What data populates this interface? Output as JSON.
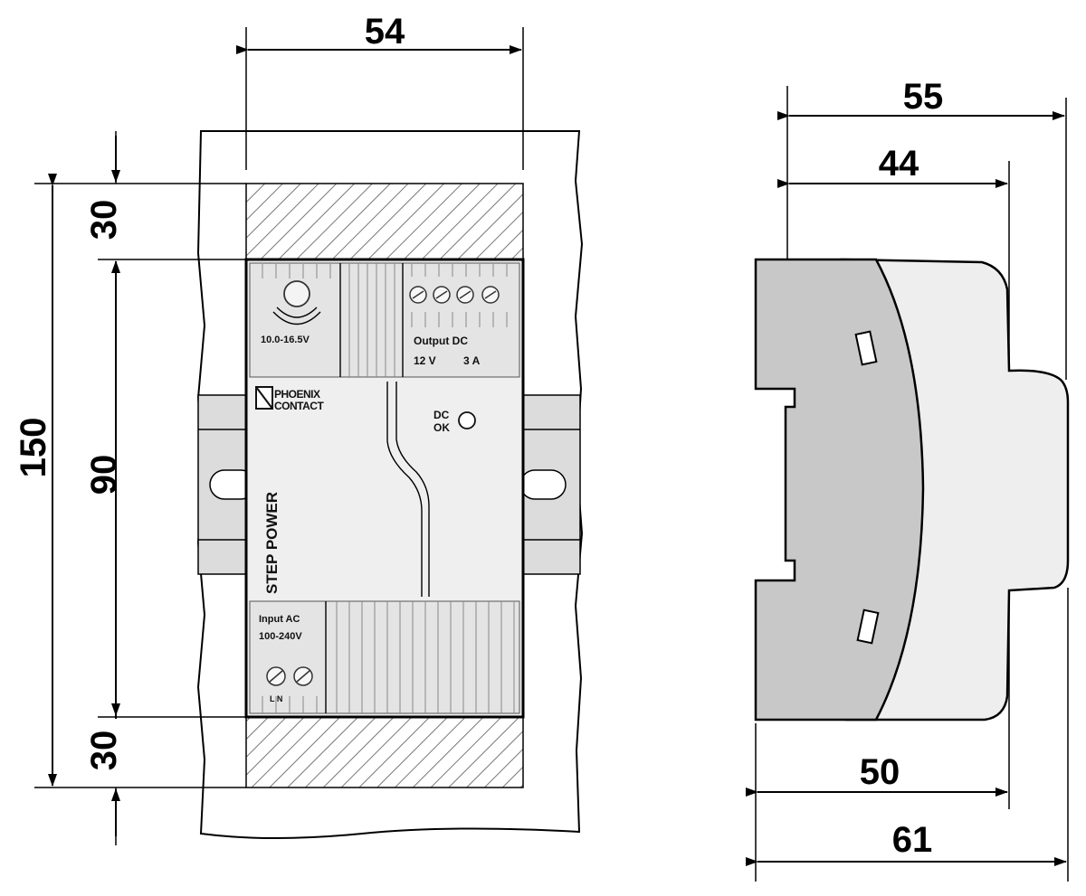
{
  "dimensions": {
    "front_width": "54",
    "front_total_height": "150",
    "front_top_margin": "30",
    "front_body_height": "90",
    "front_bottom_margin": "30",
    "side_depth_total": "55",
    "side_depth_front": "44",
    "side_base_depth": "50",
    "side_overall_depth": "61"
  },
  "panel": {
    "voltage_range": "10.0-16.5V",
    "output_label": "Output DC",
    "output_voltage": "12 V",
    "output_current": "3 A",
    "brand_line1": "PHOENIX",
    "brand_line2": "CONTACT",
    "dc_ok_line1": "DC",
    "dc_ok_line2": "OK",
    "product_name": "STEP POWER",
    "input_label": "Input AC",
    "input_voltage": "100-240V",
    "terminal_labels": "L  N"
  },
  "colors": {
    "rail": "#dcdcdc",
    "housing_front": "#efefef",
    "side_dark": "#c8c8c8",
    "side_light": "#eeeeee"
  }
}
